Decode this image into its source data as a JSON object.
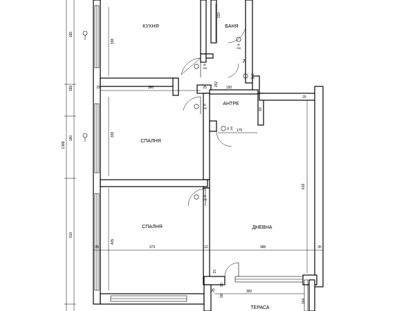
{
  "rooms": {
    "kitchen": "КУХНЯ",
    "bath": "БАНЯ",
    "hall": "АНТРЕ",
    "bedroom1": "СПАЛНЯ",
    "bedroom2": "СПАЛНЯ",
    "living": "ДНЕВНА",
    "terrace": "ТЕРАСА"
  },
  "dims": {
    "left_180": "180",
    "left_188": "188",
    "left_180b": "180",
    "left_510": "510",
    "left_total": "1388",
    "kitchen_h": "338",
    "bath_w": "220",
    "bath_54": "54",
    "hall_w1": "380",
    "hall_25a": "25",
    "hall_25b": "25",
    "hall_25c": "25",
    "hall_150": "150",
    "hall_252": "252",
    "hall_60": "60",
    "hall_175": "175",
    "bed1_h": "338",
    "bed2_h": "405",
    "living_h": "618",
    "bot_373": "373",
    "bot_388": "388",
    "bot_35a": "35",
    "bot_35b": "35",
    "bot_12": "12",
    "ter_350": "350",
    "ter_164": "164",
    "ter_50": "50",
    "ter_58": "58",
    "ter_15": "15",
    "ter_25": "25"
  },
  "door_tags": {
    "d1_a": "80",
    "d1_b": "208",
    "d2_a": "80",
    "d2_b": "208",
    "d3_a": "80",
    "d3_b": "208",
    "d4_a": "80",
    "d4_b": "208",
    "d5_a": "80",
    "d5_b": "208",
    "d6_a": "90",
    "d6_b": "208"
  }
}
